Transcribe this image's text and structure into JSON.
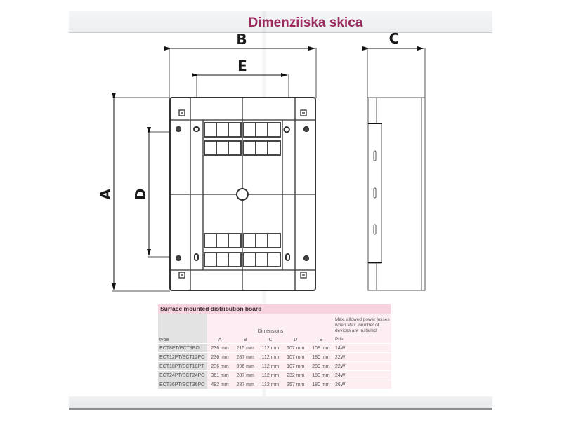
{
  "title": "Dimenziiska skica",
  "drawing": {
    "labels": {
      "A": "A",
      "B": "B",
      "C": "C",
      "D": "D",
      "E": "E"
    }
  },
  "table": {
    "caption": "Surface mounted distribution board",
    "header": {
      "type": "type",
      "dimensions": "Dimensions",
      "power": "Max. allowed power losses when Max. number of devices are installed",
      "cols": [
        "A",
        "B",
        "C",
        "D",
        "E"
      ],
      "pde": "Pde"
    },
    "rows": [
      {
        "type": "ECT8PT/ECT8PO",
        "A": "236 mm",
        "B": "215 mm",
        "C": "112 mm",
        "D": "107 mm",
        "E": "108 mm",
        "Pde": "14W"
      },
      {
        "type": "ECT12PT/ECT12PO",
        "A": "236 mm",
        "B": "287 mm",
        "C": "112 mm",
        "D": "107 mm",
        "E": "180 mm",
        "Pde": "22W"
      },
      {
        "type": "ECT18PT/ECT18PT",
        "A": "236 mm",
        "B": "396 mm",
        "C": "112 mm",
        "D": "107 mm",
        "E": "289 mm",
        "Pde": "22W"
      },
      {
        "type": "ECT24PT/ECT24PO",
        "A": "361 mm",
        "B": "287 mm",
        "C": "112 mm",
        "D": "232 mm",
        "E": "180 mm",
        "Pde": "24W"
      },
      {
        "type": "ECT36PT/ECT36PO",
        "A": "482 mm",
        "B": "287 mm",
        "C": "112 mm",
        "D": "357 mm",
        "E": "180 mm",
        "Pde": "26W"
      }
    ]
  },
  "colors": {
    "title": "#9b2a5e",
    "caption_bg": "#f7d3e0",
    "type_bg": "#dedede"
  }
}
